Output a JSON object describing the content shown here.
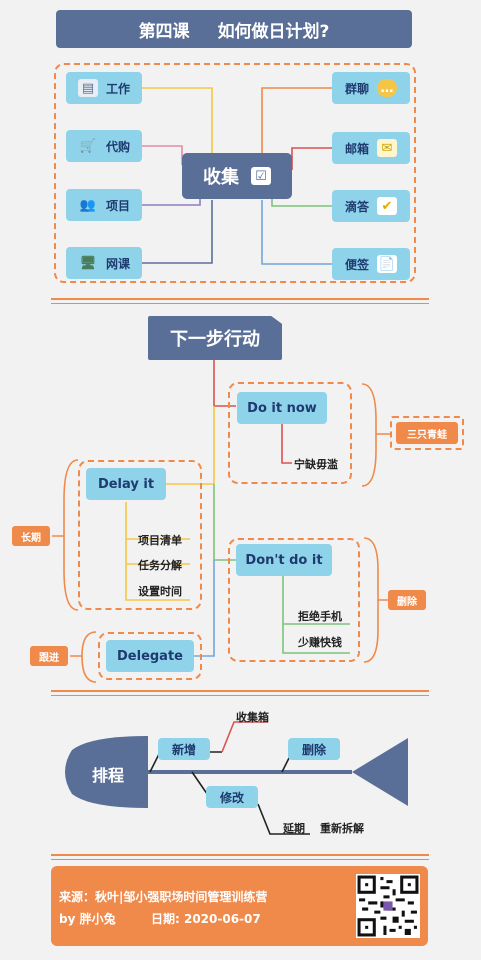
{
  "header": {
    "lesson": "第四课",
    "title": "如何做日计划?"
  },
  "collect": {
    "hub": "收集",
    "left_items": [
      {
        "label": "工作",
        "icon": "id-card-icon"
      },
      {
        "label": "代购",
        "icon": "shopping-cart-icon"
      },
      {
        "label": "项目",
        "icon": "team-icon"
      },
      {
        "label": "网课",
        "icon": "monitor-icon"
      }
    ],
    "right_items": [
      {
        "label": "群聊",
        "icon": "chat-bubble-icon"
      },
      {
        "label": "邮箱",
        "icon": "envelope-icon"
      },
      {
        "label": "滴答",
        "icon": "checkmark-icon"
      },
      {
        "label": "便签",
        "icon": "note-icon"
      }
    ]
  },
  "next_action": {
    "title": "下一步行动",
    "do_it_now": {
      "label": "Do it now",
      "detail": "宁缺毋滥",
      "tag": "三只青蛙"
    },
    "delay_it": {
      "label": "Delay it",
      "details": [
        "项目清单",
        "任务分解",
        "设置时间"
      ],
      "tag": "长期"
    },
    "dont_do_it": {
      "label": "Don't do it",
      "details": [
        "拒绝手机",
        "少赚快钱"
      ],
      "tag": "删除"
    },
    "delegate": {
      "label": "Delegate",
      "tag": "跟进"
    }
  },
  "fishbone": {
    "head": "排程",
    "new": "新增",
    "inbox": "收集箱",
    "delete": "删除",
    "modify": "修改",
    "postpone": "延期",
    "rebreak": "重新拆解"
  },
  "footer": {
    "line1": "来源：秋叶|邹小强职场时间管理训练营",
    "byline": "by 胖小兔",
    "date": "日期: 2020-06-07"
  },
  "colors": {
    "accent": "#f08a4b",
    "node": "#8fd3ea",
    "hub": "#5a6f97"
  }
}
